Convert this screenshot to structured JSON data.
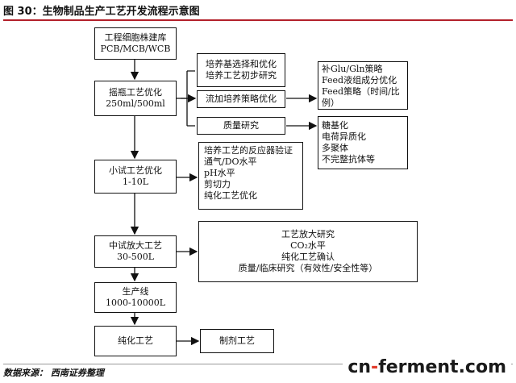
{
  "title": "图 30：生物制品生产工艺开发流程示意图",
  "stages": [
    {
      "line1": "工程细胞株建库",
      "line2": "PCB/MCB/WCB"
    },
    {
      "line1": "摇瓶工艺优化",
      "line2": "250ml/500ml"
    },
    {
      "line1": "小试工艺优化",
      "line2": "1-10L"
    },
    {
      "line1": "中试放大工艺",
      "line2": "30-500L"
    },
    {
      "line1": "生产线",
      "line2": "1000-10000L"
    },
    {
      "line1": "纯化工艺",
      "line2": ""
    }
  ],
  "shake": {
    "culture": [
      "培养基选择和优化",
      "培养工艺初步研究"
    ],
    "fedbatch": "流加培养策略优化",
    "fedbatch_detail": [
      "补Glu/Gln策略",
      "Feed液组成分优化",
      "Feed策略（时间/比",
      "例）"
    ],
    "quality": "质量研究",
    "quality_detail": [
      "糖基化",
      "电荷异质化",
      "多聚体",
      "不完整抗体等"
    ]
  },
  "small_details": [
    "培养工艺的反应器验证",
    "通气/DO水平",
    "pH水平",
    "剪切力",
    "纯化工艺优化"
  ],
  "pilot_details": [
    "工艺放大研究",
    "CO₂水平",
    "纯化工艺确认",
    "质量/临床研究（有效性/安全性等）"
  ],
  "formulation": "制剂工艺",
  "footer": "数据来源：  西南证券整理",
  "watermark": {
    "part1": "cn",
    "dash": "-",
    "part2": "ferment",
    "part3": ".com"
  }
}
